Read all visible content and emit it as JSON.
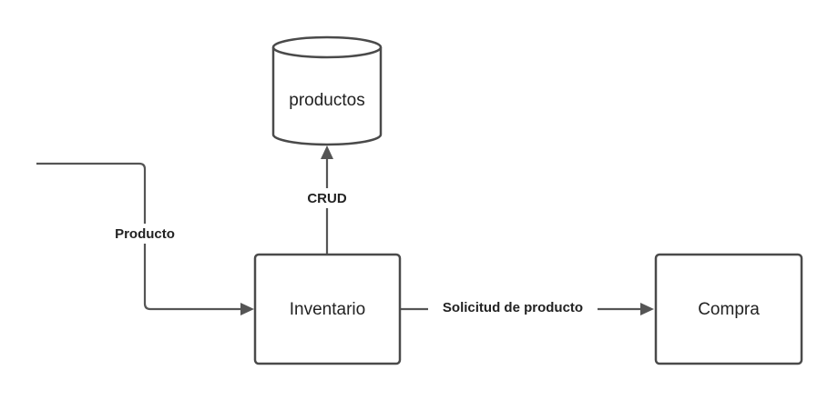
{
  "nodes": {
    "productos": {
      "label": "productos",
      "shape": "cylinder"
    },
    "inventario": {
      "label": "Inventario",
      "shape": "rectangle"
    },
    "compra": {
      "label": "Compra",
      "shape": "rectangle"
    }
  },
  "edges": {
    "producto_input": {
      "label": "Producto",
      "from": "external",
      "to": "inventario"
    },
    "crud": {
      "label": "CRUD",
      "from": "inventario",
      "to": "productos"
    },
    "solicitud": {
      "label": "Solicitud de producto",
      "from": "inventario",
      "to": "compra"
    }
  },
  "colors": {
    "stroke": "#4a4a4a",
    "edge": "#555555",
    "text": "#222222",
    "background": "#ffffff"
  }
}
